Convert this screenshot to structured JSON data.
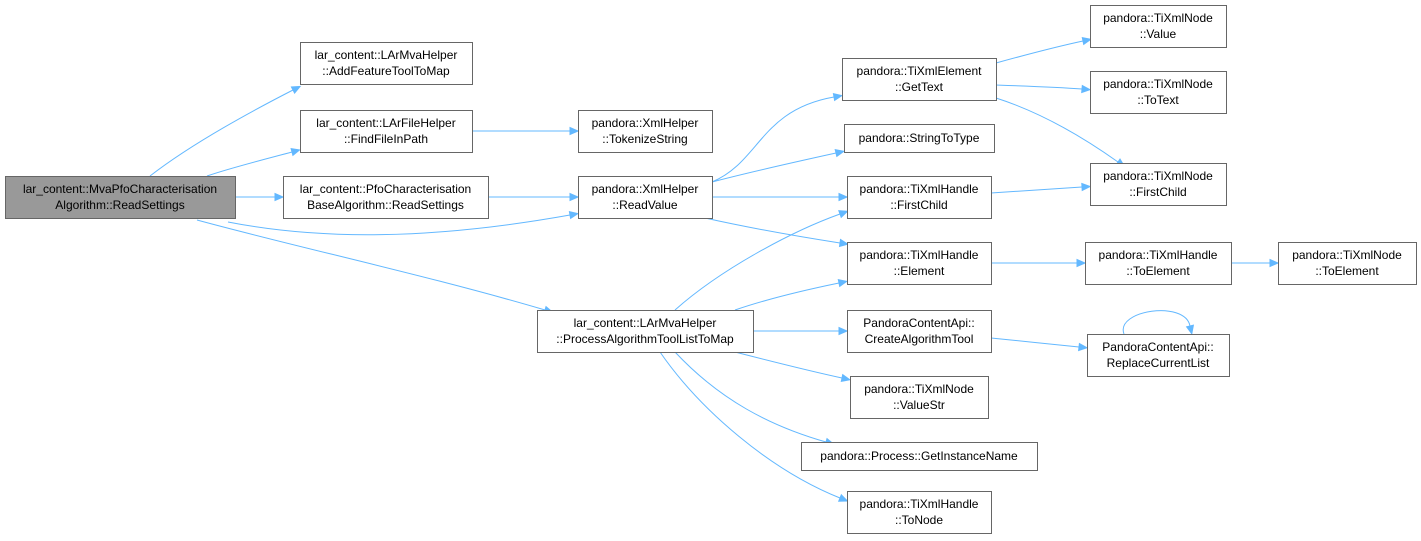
{
  "nodes": [
    {
      "id": "root",
      "lines": [
        "lar_content::MvaPfoCharacterisation",
        "Algorithm::ReadSettings"
      ],
      "highlight": true
    },
    {
      "id": "addFeature",
      "lines": [
        "lar_content::LArMvaHelper",
        "::AddFeatureToolToMap"
      ]
    },
    {
      "id": "findFile",
      "lines": [
        "lar_content::LArFileHelper",
        "::FindFileInPath"
      ]
    },
    {
      "id": "pfoBase",
      "lines": [
        "lar_content::PfoCharacterisation",
        "BaseAlgorithm::ReadSettings"
      ]
    },
    {
      "id": "processTool",
      "lines": [
        "lar_content::LArMvaHelper",
        "::ProcessAlgorithmToolListToMap"
      ]
    },
    {
      "id": "tokenize",
      "lines": [
        "pandora::XmlHelper",
        "::TokenizeString"
      ]
    },
    {
      "id": "readValue",
      "lines": [
        "pandora::XmlHelper",
        "::ReadValue"
      ]
    },
    {
      "id": "getText",
      "lines": [
        "pandora::TiXmlElement",
        "::GetText"
      ]
    },
    {
      "id": "stringToType",
      "lines": [
        "pandora::StringToType"
      ]
    },
    {
      "id": "firstChildH",
      "lines": [
        "pandora::TiXmlHandle",
        "::FirstChild"
      ]
    },
    {
      "id": "elementH",
      "lines": [
        "pandora::TiXmlHandle",
        "::Element"
      ]
    },
    {
      "id": "createTool",
      "lines": [
        "PandoraContentApi::",
        "CreateAlgorithmTool"
      ]
    },
    {
      "id": "valueStr",
      "lines": [
        "pandora::TiXmlNode",
        "::ValueStr"
      ]
    },
    {
      "id": "instanceName",
      "lines": [
        "pandora::Process::GetInstanceName"
      ]
    },
    {
      "id": "toNodeH",
      "lines": [
        "pandora::TiXmlHandle",
        "::ToNode"
      ]
    },
    {
      "id": "valueN",
      "lines": [
        "pandora::TiXmlNode",
        "::Value"
      ]
    },
    {
      "id": "toTextN",
      "lines": [
        "pandora::TiXmlNode",
        "::ToText"
      ]
    },
    {
      "id": "firstChildN",
      "lines": [
        "pandora::TiXmlNode",
        "::FirstChild"
      ]
    },
    {
      "id": "toElementH",
      "lines": [
        "pandora::TiXmlHandle",
        "::ToElement"
      ]
    },
    {
      "id": "toElementN",
      "lines": [
        "pandora::TiXmlNode",
        "::ToElement"
      ]
    },
    {
      "id": "replaceList",
      "lines": [
        "PandoraContentApi::",
        "ReplaceCurrentList"
      ]
    }
  ],
  "edges": [
    {
      "from": "root",
      "to": "addFeature"
    },
    {
      "from": "root",
      "to": "findFile"
    },
    {
      "from": "root",
      "to": "pfoBase"
    },
    {
      "from": "root",
      "to": "readValue"
    },
    {
      "from": "root",
      "to": "processTool"
    },
    {
      "from": "findFile",
      "to": "tokenize"
    },
    {
      "from": "pfoBase",
      "to": "readValue"
    },
    {
      "from": "readValue",
      "to": "getText"
    },
    {
      "from": "readValue",
      "to": "stringToType"
    },
    {
      "from": "readValue",
      "to": "firstChildH"
    },
    {
      "from": "readValue",
      "to": "elementH"
    },
    {
      "from": "processTool",
      "to": "firstChildH"
    },
    {
      "from": "processTool",
      "to": "elementH"
    },
    {
      "from": "processTool",
      "to": "createTool"
    },
    {
      "from": "processTool",
      "to": "valueStr"
    },
    {
      "from": "processTool",
      "to": "instanceName"
    },
    {
      "from": "processTool",
      "to": "toNodeH"
    },
    {
      "from": "getText",
      "to": "valueN"
    },
    {
      "from": "getText",
      "to": "toTextN"
    },
    {
      "from": "getText",
      "to": "firstChildN"
    },
    {
      "from": "firstChildH",
      "to": "firstChildN"
    },
    {
      "from": "elementH",
      "to": "toElementH"
    },
    {
      "from": "toElementH",
      "to": "toElementN"
    },
    {
      "from": "createTool",
      "to": "replaceList"
    },
    {
      "from": "replaceList",
      "to": "replaceList"
    }
  ],
  "colors": {
    "edge": "#63b8ff",
    "node_border": "#666666",
    "root_fill": "#999999",
    "node_fill": "#ffffff"
  }
}
